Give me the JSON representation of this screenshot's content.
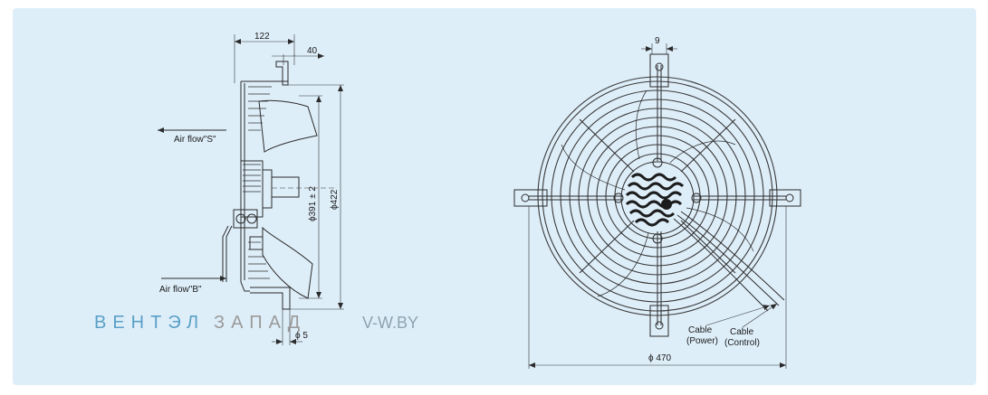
{
  "dimensions": {
    "side_width": "122",
    "mount_offset": "40",
    "blade_diameter": "ϕ391 ± 2",
    "guard_diameter": "ϕ422",
    "hole_diameter": "ϕ 5",
    "bracket_width": "9",
    "overall_diameter": "ϕ 470"
  },
  "labels": {
    "airflow_s": "Air flow\"S\"",
    "airflow_b": "Air flow\"B\"",
    "cable_power_line1": "Cable",
    "cable_power_line2": "(Power)",
    "cable_control_line1": "Cable",
    "cable_control_line2": "(Control)"
  },
  "watermark": {
    "brand_part1": "ВЕНТЭЛ",
    "brand_part2": "ЗАПАД",
    "site": "V-W.BY"
  },
  "colors": {
    "background": "#deeef9",
    "line": "#2b2b2b",
    "watermark_blue": "#5aa0c6",
    "watermark_gray": "#9a9a9a"
  }
}
